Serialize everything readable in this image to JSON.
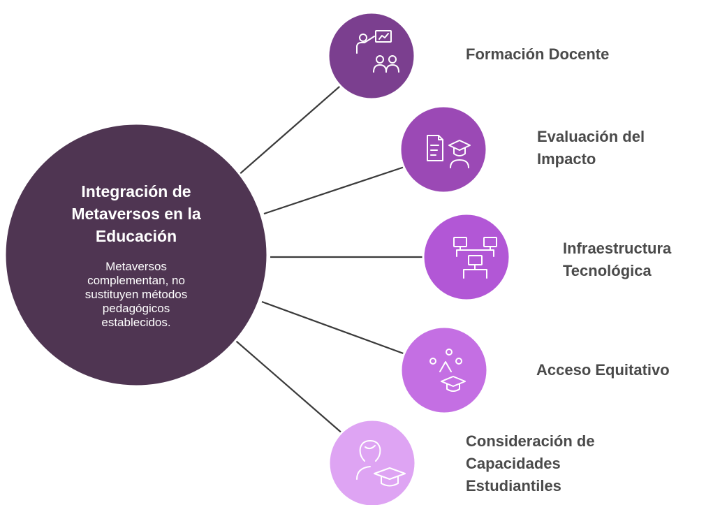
{
  "center": {
    "title": "Integración de Metaversos en la Educación",
    "subtitle": "Metaversos complementan, no sustituyen métodos pedagógicos establecidos.",
    "color": "#4f3552"
  },
  "nodes": [
    {
      "id": "formacion-docente",
      "label_lines": [
        "Formación Docente"
      ],
      "color": "#7b3f8f",
      "icon": "teacher-presentation-icon"
    },
    {
      "id": "evaluacion-impacto",
      "label_lines": [
        "Evaluación del",
        "Impacto"
      ],
      "color": "#9b49b5",
      "icon": "graduate-evaluation-icon"
    },
    {
      "id": "infraestructura-tecnologica",
      "label_lines": [
        "Infraestructura",
        "Tecnológica"
      ],
      "color": "#b257d6",
      "icon": "network-computers-icon"
    },
    {
      "id": "acceso-equitativo",
      "label_lines": [
        "Acceso Equitativo"
      ],
      "color": "#c46fe3",
      "icon": "equal-access-icon"
    },
    {
      "id": "capacidades-estudiantiles",
      "label_lines": [
        "Consideración de",
        "Capacidades",
        "Estudiantiles"
      ],
      "color": "#dea4f3",
      "icon": "student-graduate-icon"
    }
  ]
}
